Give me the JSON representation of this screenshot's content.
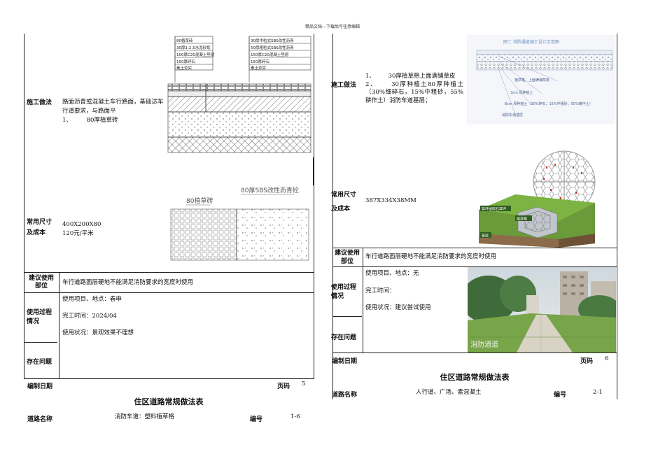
{
  "header_note": "精品文档---下载后可任意编辑",
  "left": {
    "row_construction": {
      "label": "施工做法",
      "text": "路面沥青或混凝土车行路面，基础达车行道要求，与路面平",
      "item1_no": "1、",
      "item1_text": "80厚植草砖"
    },
    "drawing_labels": {
      "left_stack": [
        "80植草砖",
        "30厚1:2.5水泥砂浆",
        "100厚C20混凝土垫层",
        "150厚碎石",
        "素土夯实"
      ],
      "right_stack": [
        "30厚中粒式SBS改性沥青",
        "50厚粗粒式SBS改性沥青",
        "150厚C20混凝土垫层",
        "150厚碎石",
        "素土夯实"
      ],
      "plan_left": "80植草砖",
      "plan_right": "80厚SBS改性沥青砼"
    },
    "row_size": {
      "label_line1": "常用尺寸",
      "label_line2": "及成本",
      "size": "400X200X80",
      "cost": "120元/平米"
    },
    "row_position": {
      "label_line1": "建议使用",
      "label_line2": "部位",
      "text": "车行道路面层硬地不能满足消防要求的宽度时使用"
    },
    "row_usage": {
      "label_line1": "使用过程",
      "label_line2": "情况",
      "project": "使用项目、地点：春申",
      "completion": "完工时间：2024/04",
      "status": "使用状况：景观效果不理想"
    },
    "row_issue": {
      "label": "存在问题"
    },
    "footer": {
      "date_label": "编制日期",
      "page_label": "页码",
      "page_no": "5"
    },
    "table_title": "住区道路常规做法表",
    "road": {
      "label": "道路名称",
      "value": "消防车道：塑料植草格",
      "no_label": "编号",
      "no_value": "1-6"
    }
  },
  "right": {
    "row_construction": {
      "label": "施工做法",
      "item1_no": "1、",
      "item1_text": "30厚植草格上面满铺草皮",
      "item2_no": "2、",
      "item2_text": "30厚种植土80厚种植土（30%细碎石，15%中粗砂，55%耕作土）消防车道基层；"
    },
    "drawing_labels": {
      "title": "图二  消防通道施工设计示意图",
      "lbl1": "植草格，上面满铺草皮",
      "lbl2": "3cm 厚种植土",
      "lbl3": "8cm 厚种植土（30%碎石，15%中粗砂，55%耕作土）",
      "lbl4": "消防车道基层"
    },
    "row_size": {
      "label_line1": "常用尺寸",
      "label_line2": "及成本",
      "size": "387X334X38MM"
    },
    "grid_labels": {
      "a": "草坪或碎石草坪",
      "b": "植草格",
      "c": "基层"
    },
    "row_position": {
      "label_line1": "建议使用",
      "label_line2": "部位",
      "text": "车行道路面层硬地不能满足消防要求的宽度时使用"
    },
    "row_usage": {
      "label_line1": "使用过程",
      "label_line2": "情况",
      "project": "使用项目、地点：无",
      "completion": "完工时间：",
      "status": "使用状况：建议尝试使用"
    },
    "photo_caption": "消防通道",
    "row_issue": {
      "label": "存在问题"
    },
    "footer": {
      "date_label": "编制日期",
      "page_label": "页码",
      "page_no": "6"
    },
    "table_title": "住区道路常规做法表",
    "road": {
      "label": "道路名称",
      "value": "人行道、广场、素混凝土",
      "no_label": "编号",
      "no_value": "2-1"
    }
  }
}
